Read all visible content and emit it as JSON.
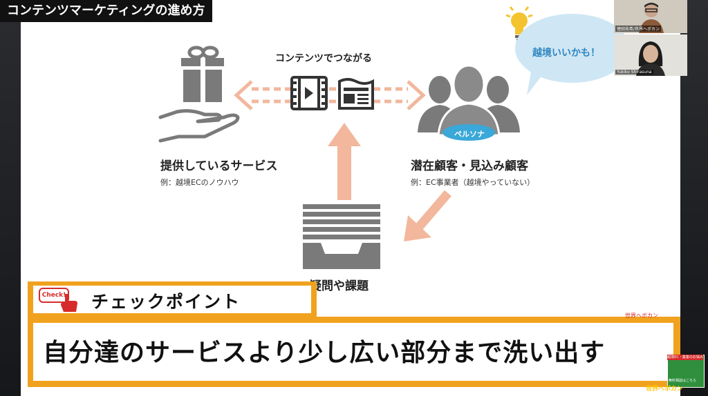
{
  "title": "コンテンツマーケティングの進め方",
  "diagram": {
    "top_label": "コンテンツでつながる",
    "left_label": "提供しているサービス",
    "left_example": "例：越境ECのノウハウ",
    "persona": "ペルソナ",
    "right_label": "潜在顧客・見込み顧客",
    "right_example": "例：EC事業者（越境やっていない）",
    "bottom_label": "疑問や課題"
  },
  "bubble_text": "越境いいかも！",
  "check": {
    "badge": "Check!",
    "heading": "チェックポイント",
    "message": "自分達のサービスより少し広い部分まで洗い出す"
  },
  "logo_text": "世界へボカン",
  "participants": [
    {
      "name": "徳田祐希/世界へボカン"
    },
    {
      "name": "Yukiko Shirasuna"
    }
  ],
  "ad": {
    "top": "越境EC・集客のお悩み",
    "bottom": "無料相談はこちら"
  },
  "colors": {
    "accent": "#f0a21e",
    "arrow": "#f2b79c",
    "icon": "#7a7a7a",
    "bubble": "#cfe7f4",
    "check_red": "#d62b2b"
  }
}
